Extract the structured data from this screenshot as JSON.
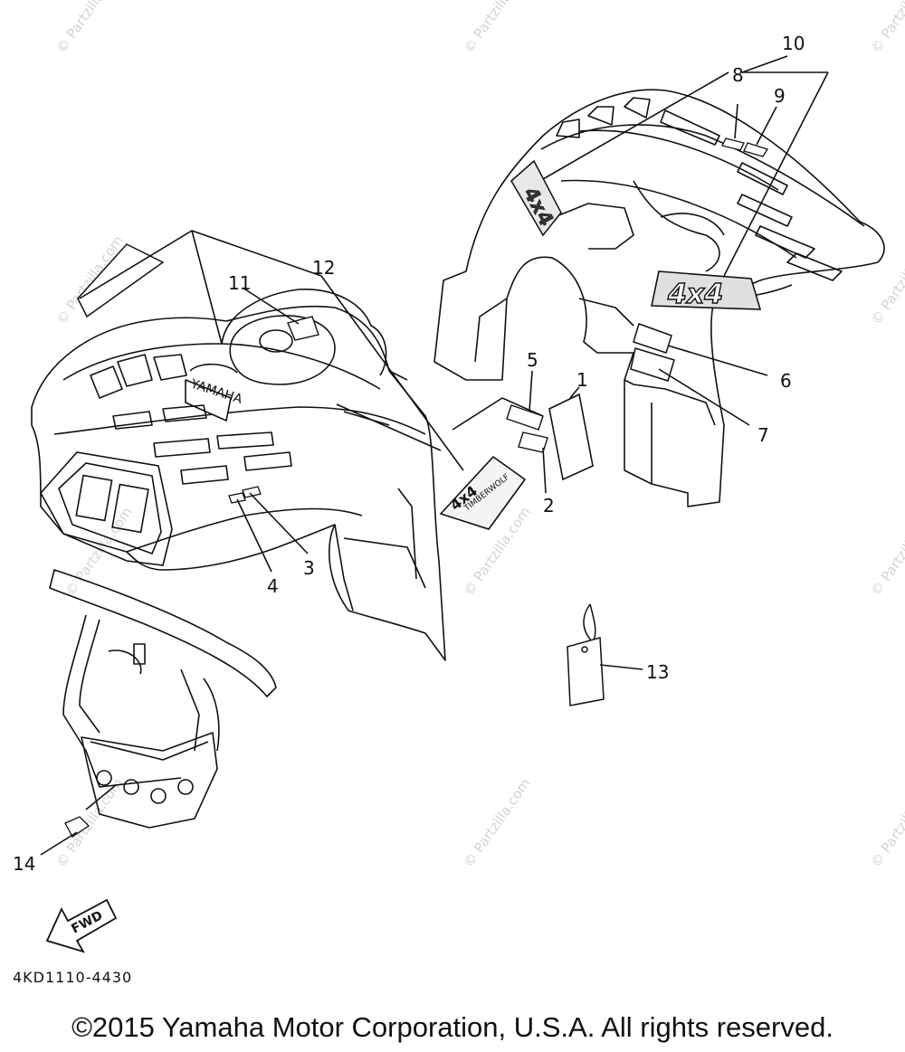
{
  "diagram": {
    "callouts": {
      "c1": "1",
      "c2": "2",
      "c3": "3",
      "c4": "4",
      "c5": "5",
      "c6": "6",
      "c7": "7",
      "c8": "8",
      "c9": "9",
      "c10": "10",
      "c11": "11",
      "c12": "12",
      "c13": "13",
      "c14": "14"
    },
    "decal_labels": {
      "yamaha": "YAMAHA",
      "rear_4x4": "4x4",
      "side_4x4": "4x4",
      "front_4x4": "4x4",
      "timberwolf": "TIMBERWOLF",
      "fwd": "FWD"
    },
    "watermark": "© Partzilla.com"
  },
  "footer": {
    "diagram_code": "4KD1110-4430",
    "copyright": "©2015 Yamaha Motor Corporation, U.S.A. All rights reserved."
  }
}
